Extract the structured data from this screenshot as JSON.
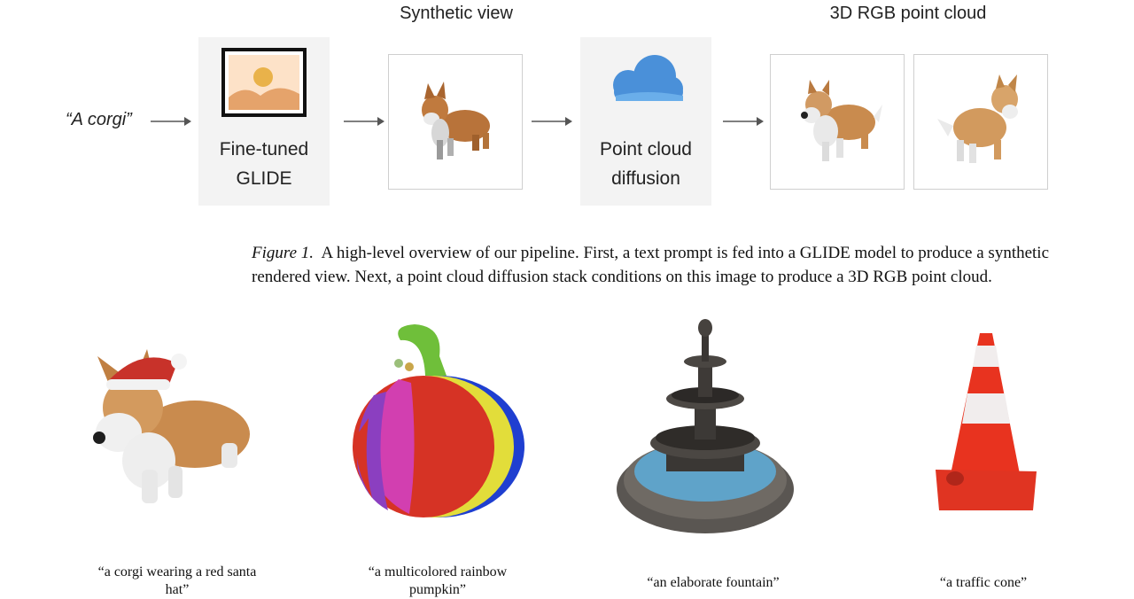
{
  "diagram": {
    "prompt": "“A corgi”",
    "stage1": {
      "title": "Fine-tuned GLIDE"
    },
    "stage2": {
      "top_label": "Synthetic view"
    },
    "stage3": {
      "title": "Point cloud diffusion"
    },
    "stage4": {
      "top_label": "3D RGB point cloud"
    }
  },
  "caption": {
    "figure_label": "Figure 1.",
    "text": "A high-level overview of our pipeline. First, a text prompt is fed into a GLIDE model to produce a synthetic rendered view. Next, a point cloud diffusion stack conditions on this image to produce a 3D RGB point cloud."
  },
  "samples": [
    {
      "caption": "“a corgi wearing a red santa hat”"
    },
    {
      "caption": "“a multicolored rainbow pumpkin”"
    },
    {
      "caption": "“an elaborate fountain”"
    },
    {
      "caption": "“a traffic cone”"
    }
  ],
  "colors": {
    "gray_box": "#f3f3f3",
    "cloud_blue": "#4a90d9",
    "corgi_orange": "#c98b4e",
    "cone_red": "#e8331f"
  }
}
